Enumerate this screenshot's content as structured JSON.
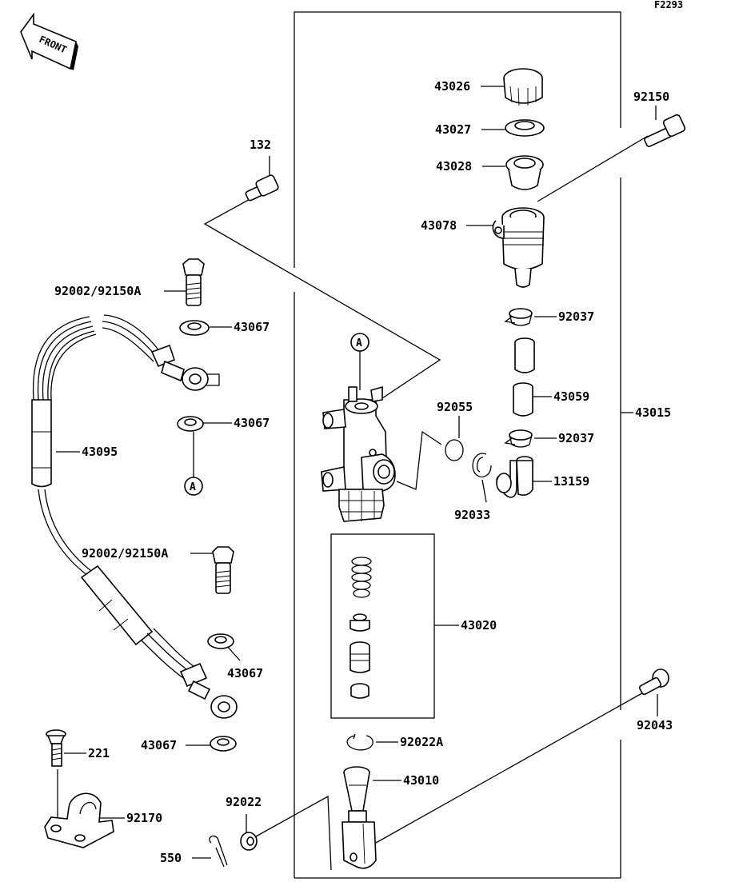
{
  "diagram_code": "F2293",
  "front_label": "FRONT",
  "ref_marker": "A",
  "labels": {
    "p132": "132",
    "p92002_top": "92002/92150A",
    "p43067_a": "43067",
    "p43067_b": "43067",
    "p43095": "43095",
    "p92002_bot": "92002/92150A",
    "p43067_c": "43067",
    "p43067_d": "43067",
    "p221": "221",
    "p92170": "92170",
    "p92022": "92022",
    "p550": "550",
    "p43026": "43026",
    "p43027": "43027",
    "p43028": "43028",
    "p43078": "43078",
    "p92150": "92150",
    "p92037_a": "92037",
    "p43059": "43059",
    "p92037_b": "92037",
    "p13159": "13159",
    "p92055": "92055",
    "p92033": "92033",
    "p43015": "43015",
    "p43020": "43020",
    "p92022A": "92022A",
    "p43010": "43010",
    "p92043": "92043"
  }
}
